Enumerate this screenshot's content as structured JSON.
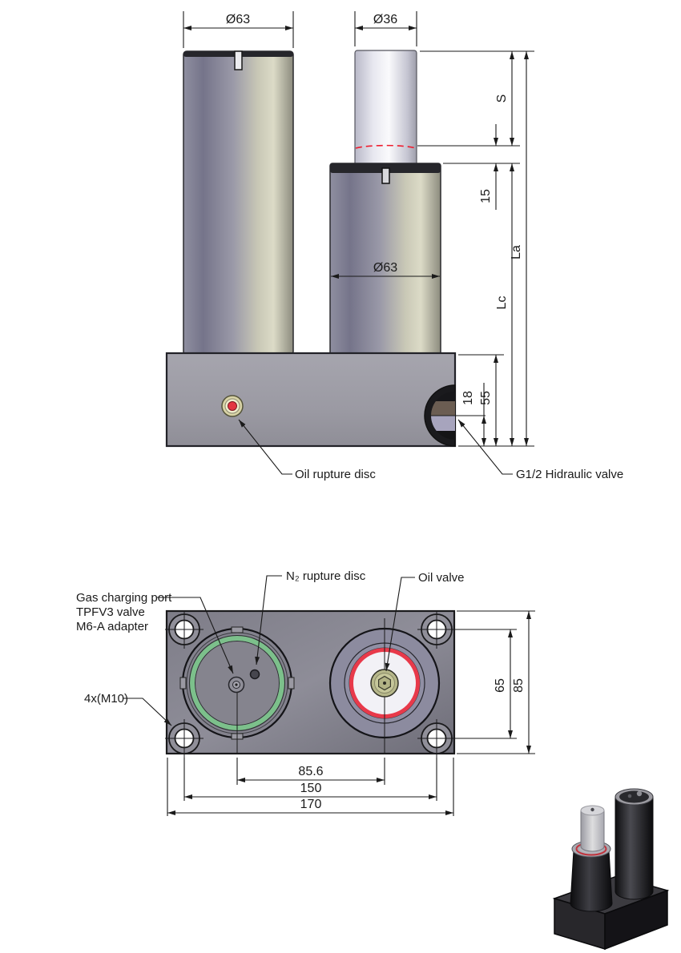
{
  "front_view": {
    "dims": {
      "dia_outer_left": "Ø63",
      "dia_rod": "Ø36",
      "dia_outer_right": "Ø63",
      "stroke": "S",
      "gap": "15",
      "length_assembled": "La",
      "length_cylinder": "Lc",
      "base_height": "55",
      "valve_height": "18"
    },
    "labels": {
      "oil_rupture_disc": "Oil rupture disc",
      "hydraulic_valve": "G1/2 Hidraulic valve"
    }
  },
  "top_view": {
    "dims": {
      "valve_centers": "85.6",
      "hole_spacing_x": "150",
      "block_width": "170",
      "hole_spacing_y": "65",
      "block_height": "85"
    },
    "labels": {
      "gas_port_line1": "Gas charging port",
      "gas_port_line2": "TPFV3 valve",
      "gas_port_line3": "M6-A adapter",
      "n2_rupture_disc": "N₂ rupture disc",
      "oil_valve": "Oil valve",
      "mounting_holes": "4x(M10)"
    }
  },
  "colors": {
    "line": "#1a1a1a",
    "accent_red": "#e8394a",
    "seal_green": "#7cc08b",
    "valve_olive": "#b6b78a",
    "metal_gray": "#9a99a8"
  }
}
